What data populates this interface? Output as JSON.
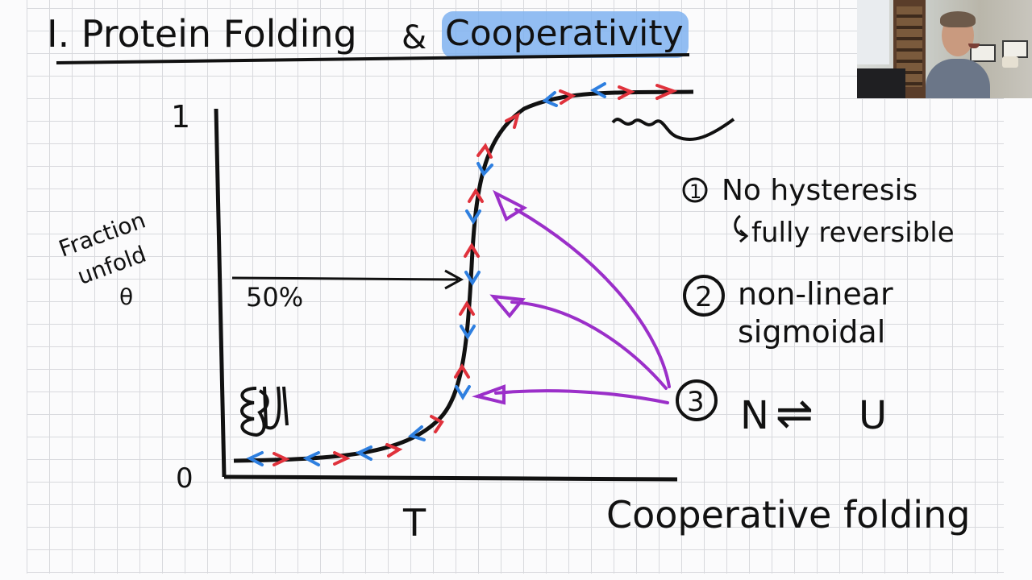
{
  "title": {
    "prefix": "I. Protein Folding",
    "conj": "&",
    "highlight": "Cooperativity"
  },
  "y_axis": {
    "label_line1": "Fraction",
    "label_line2": "unfold",
    "symbol": "θ",
    "max": "1",
    "min": "0"
  },
  "x_axis": {
    "label": "T"
  },
  "marker": {
    "label": "50%"
  },
  "notes": [
    {
      "number": "1",
      "line1": "No hysteresis",
      "line2": "fully reversible"
    },
    {
      "number": "2",
      "line1": "non-linear",
      "line2": "sigmoidal"
    },
    {
      "number": "3",
      "eq_left": "N",
      "eq_arrow": "⇌",
      "eq_right": "U"
    }
  ],
  "footer": {
    "caption": "Cooperative folding"
  },
  "colors": {
    "ink": "#111111",
    "forward_arrow": "#e0323c",
    "reverse_arrow": "#2e7fe0",
    "callout": "#9b2fc9",
    "highlight": "#7fb2f0"
  },
  "webcam": {
    "icon": "presenter-video"
  }
}
